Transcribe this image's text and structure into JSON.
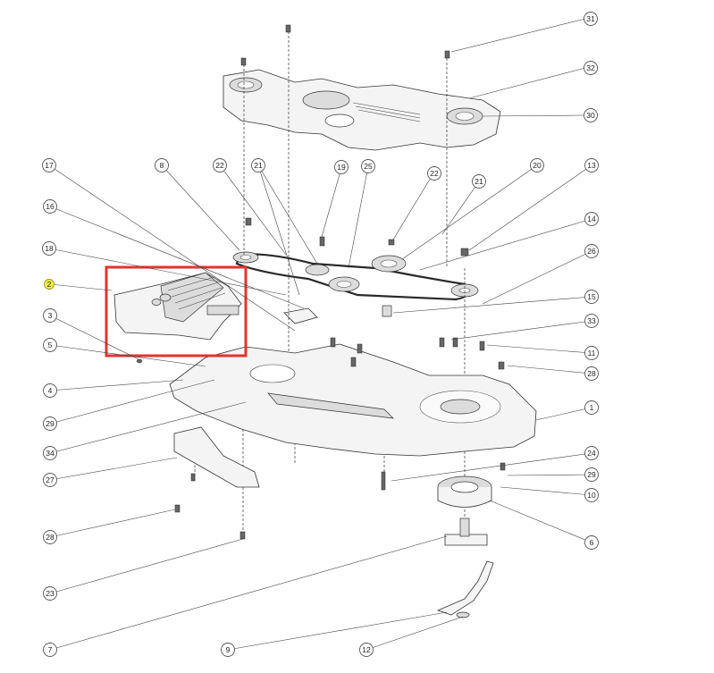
{
  "diagram": {
    "highlighted_callout": "2",
    "highlight_box_color": "#e4332f",
    "highlight_callout_color": "#f2ee4a",
    "callouts": [
      {
        "id": "c31",
        "label": "31"
      },
      {
        "id": "c32",
        "label": "32"
      },
      {
        "id": "c30",
        "label": "30"
      },
      {
        "id": "c17",
        "label": "17"
      },
      {
        "id": "c8",
        "label": "8"
      },
      {
        "id": "c22a",
        "label": "22"
      },
      {
        "id": "c21a",
        "label": "21"
      },
      {
        "id": "c19",
        "label": "19"
      },
      {
        "id": "c25",
        "label": "25"
      },
      {
        "id": "c22b",
        "label": "22"
      },
      {
        "id": "c20",
        "label": "20"
      },
      {
        "id": "c13",
        "label": "13"
      },
      {
        "id": "c21b",
        "label": "21"
      },
      {
        "id": "c16",
        "label": "16"
      },
      {
        "id": "c14",
        "label": "14"
      },
      {
        "id": "c18",
        "label": "18"
      },
      {
        "id": "c26",
        "label": "26"
      },
      {
        "id": "c2",
        "label": "2"
      },
      {
        "id": "c15",
        "label": "15"
      },
      {
        "id": "c3",
        "label": "3"
      },
      {
        "id": "c33",
        "label": "33"
      },
      {
        "id": "c5",
        "label": "5"
      },
      {
        "id": "c11",
        "label": "11"
      },
      {
        "id": "c28a",
        "label": "28"
      },
      {
        "id": "c4",
        "label": "4"
      },
      {
        "id": "c1",
        "label": "1"
      },
      {
        "id": "c29a",
        "label": "29"
      },
      {
        "id": "c34",
        "label": "34"
      },
      {
        "id": "c24",
        "label": "24"
      },
      {
        "id": "c27",
        "label": "27"
      },
      {
        "id": "c29b",
        "label": "29"
      },
      {
        "id": "c10",
        "label": "10"
      },
      {
        "id": "c28b",
        "label": "28"
      },
      {
        "id": "c6",
        "label": "6"
      },
      {
        "id": "c23",
        "label": "23"
      },
      {
        "id": "c7",
        "label": "7"
      },
      {
        "id": "c9",
        "label": "9"
      },
      {
        "id": "c12",
        "label": "12"
      }
    ]
  }
}
